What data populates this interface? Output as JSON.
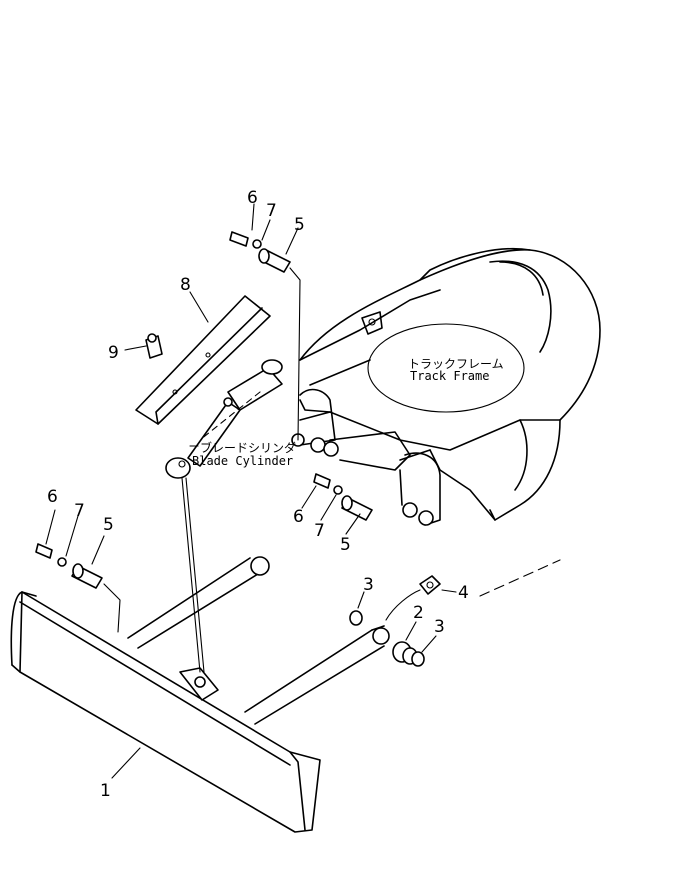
{
  "diagram": {
    "part_numbers": {
      "p1": "1",
      "p2": "2",
      "p3a": "3",
      "p3b": "3",
      "p4": "4",
      "p5a": "5",
      "p5b": "5",
      "p5c": "5",
      "p6a": "6",
      "p6b": "6",
      "p6c": "6",
      "p7a": "7",
      "p7b": "7",
      "p7c": "7",
      "p8": "8",
      "p9": "9"
    },
    "labels": {
      "track_frame_jp": "トラックフレーム",
      "track_frame_en": "Track Frame",
      "blade_cylinder_jp": "ブレードシリンダ",
      "blade_cylinder_en": "Blade Cylinder"
    }
  }
}
